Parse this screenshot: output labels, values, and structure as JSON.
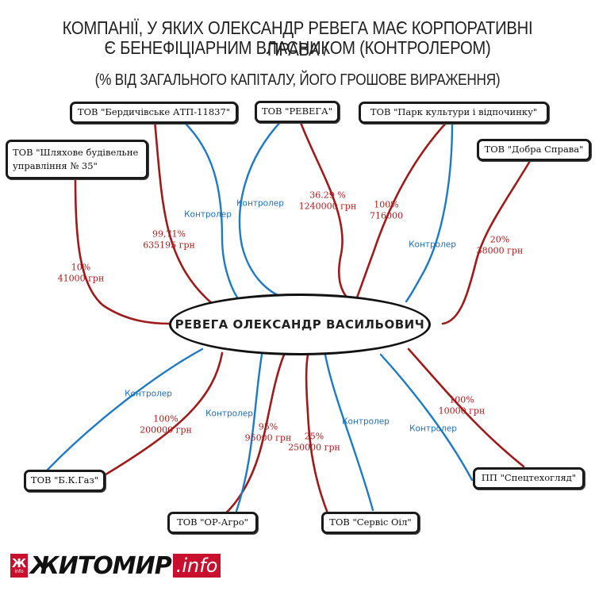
{
  "header": {
    "title_line1": "КОМПАНІЇ, У ЯКИХ ОЛЕКСАНДР РЕВЕГА МАЄ КОРПОРАТИВНІ ПРАВА /",
    "title_line2": "Є БЕНЕФІЦІАРНИМ ВЛАСНИКОМ (КОНТРОЛЕРОМ)",
    "subtitle": "(% ВІД ЗАГАЛЬНОГО КАПІТАЛУ, ЙОГО ГРОШОВЕ ВИРАЖЕННЯ)"
  },
  "center": {
    "name": "РЕВЕГА ОЛЕКСАНДР ВАСИЛЬОВИЧ"
  },
  "colors": {
    "ownership_line": "#9e1b1b",
    "controller_line": "#1f7ac4",
    "ownership_text": "#b01a1a",
    "controller_text": "#1f6fb8"
  },
  "companies": {
    "berdychiv": {
      "name": "ТОВ \"Бердичівське АТП-11837\"",
      "share": "99,71%",
      "amount": "635195 грн",
      "controller": "Контролер"
    },
    "revega": {
      "name": "ТОВ \"РЕВЕГА\"",
      "share": "36.29 %",
      "amount": "1240000 грн",
      "controller": "Контролер"
    },
    "park": {
      "name": "ТОВ \"Парк культури і відпочинку\"",
      "share": "100%",
      "amount": "716000",
      "controller": "Контролер"
    },
    "shlyakhove": {
      "name": "ТОВ \"Шляхове будівельне управління № 35\"",
      "share": "10%",
      "amount": "41000 грн"
    },
    "dobra": {
      "name": "ТОВ \"Добра Справа\"",
      "share": "20%",
      "amount": "38000 грн"
    },
    "bkgaz": {
      "name": "ТОВ \"Б.К.Газ\"",
      "share": "100%",
      "amount": "200000 грн",
      "controller": "Контролер"
    },
    "oragro": {
      "name": "ТОВ \"ОР-Агро\"",
      "share": "95%",
      "amount": "95000 грн",
      "controller": "Контролер"
    },
    "servis": {
      "name": "ТОВ \"Сервіс Оіл\"",
      "share": "25%",
      "amount": "250000 грн",
      "controller": "Контролер"
    },
    "spets": {
      "name": "ПП \"Спецтехогляд\"",
      "share": "100%",
      "amount": "10000 грн",
      "controller": "Контролер"
    }
  },
  "logo": {
    "mark": "Ж",
    "mark_small": "info",
    "text": "ЖИТОМИР",
    "domain": ".info"
  }
}
